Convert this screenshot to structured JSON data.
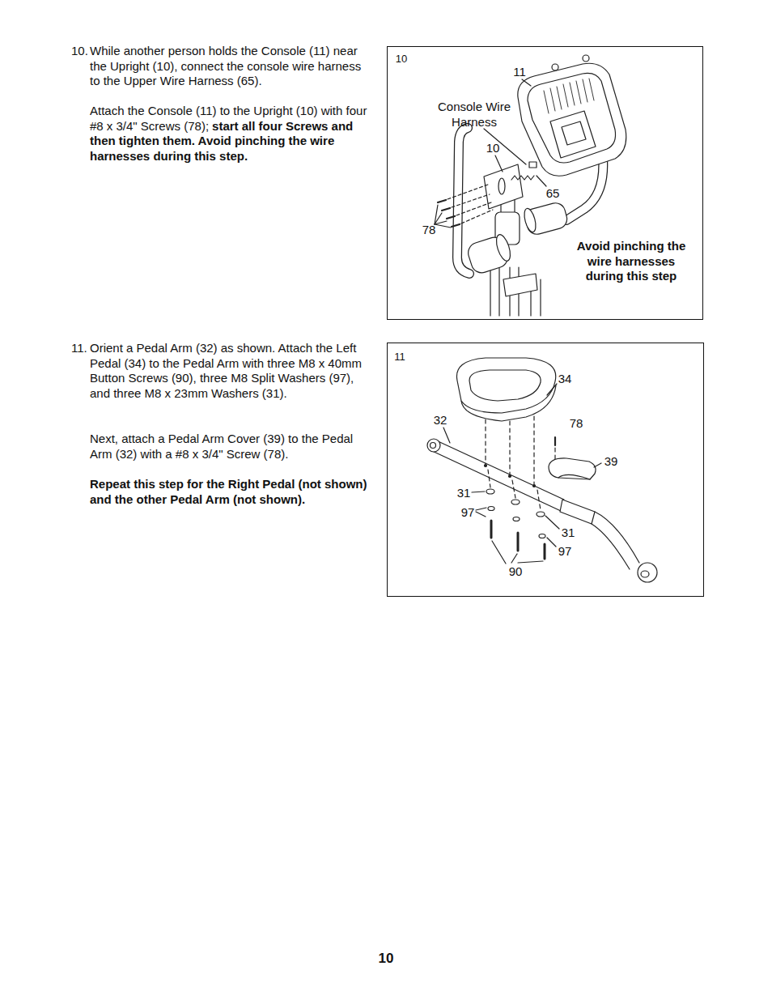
{
  "diagram": {
    "nodes": [
      {
        "text": [
          "10",
          "11",
          "Console Wire Harness",
          "10",
          "65",
          "78",
          "Avoid pinching the wire harnesses during this step"
        ]
      },
      {
        "text": [
          "11",
          "34",
          "32",
          "78",
          "39",
          "31",
          "97",
          "31",
          "97",
          "90"
        ]
      }
    ],
    "labels": [
      "10.",
      "While another person holds the Console (11) near the Upright (10), connect the console wire harness to the Upper Wire Harness (65).",
      "Attach the Console (11) to the Upright (10) with four #8 x 3/4\" Screws (78);",
      "start all four Screws and then tighten them. Avoid pinching the wire harnesses during this step.",
      "11.",
      "Orient a Pedal Arm (32) as shown. Attach the Left Pedal (34) to the Pedal Arm with three M8 x 40mm Button Screws (90), three M8 Split Washers (97), and three M8 x 23mm Washers (31).",
      "Next, attach a Pedal Arm Cover (39) to the Pedal Arm (32) with a #8 x 3/4\" Screw (78).",
      "Repeat this step for the Right Pedal (not shown) and the other Pedal Arm (not shown).",
      "10"
    ]
  }
}
